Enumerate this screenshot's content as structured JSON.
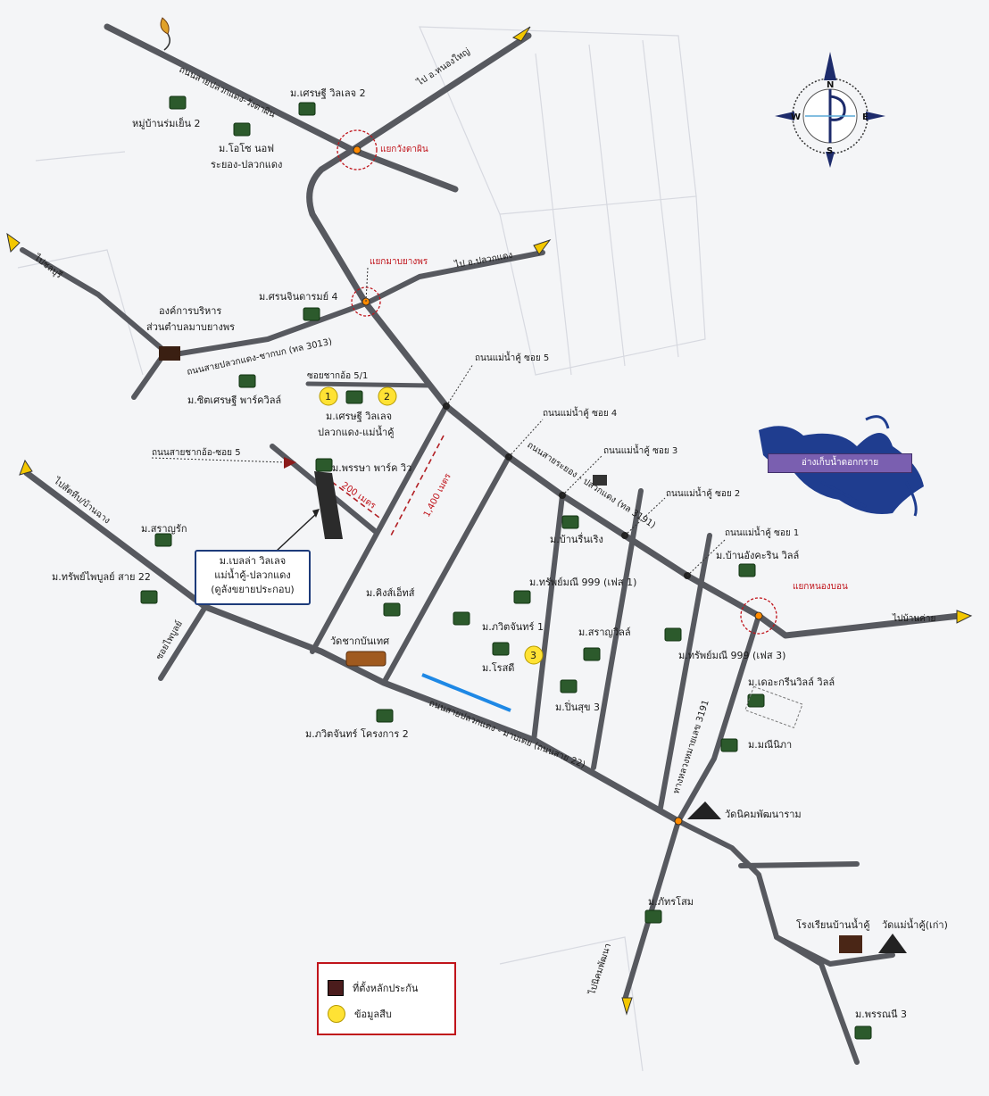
{
  "labels": {
    "village_baan_romyen": "หมู่บ้านร่มเย็น 2",
    "village_setthasiri_vile2": "ม.เศรษฐี วิลเลจ 2",
    "village_oasis": "ม.โอโซ นอฟ",
    "village_oasis_sub": "ระยอง-ปลวกแดง",
    "village_srinakarin": "ม.ศรนจินดารมย์ 4",
    "org_admin_line1": "องค์การบริหาร",
    "org_admin_line2": "ส่วนตำบลมาบยางพร",
    "village_siri_park": "ม.ซิตเศรษฐี พาร์ควิลล์",
    "village_setthasiri_line1": "ม.เศรษฐี วิลเลจ",
    "village_setthasiri_line2": "ปลวกแดง-แม่น้ำคู้",
    "village_phruksa_park": "ม.พรรษา พาร์ค วิว",
    "village_saranya": "ม.สราญรัก",
    "village_sap_phaiboon": "ม.ทรัพย์ไพบูลย์ สาย 22",
    "village_kings_estate": "ม.คิงส์เอ็ทส์",
    "temple_bang_bon": "วัดชากบันเทศ",
    "village_kvc2": "ม.ภวิตจันทร์ โครงการ 2",
    "village_baan_rungruang": "ม.บ้านรื่นเริง",
    "village_sap_pornmanee1": "ม.ทรัพย์มณี 999 (เฟส 1)",
    "village_pavit1": "ม.ภวิตจันทร์ 1",
    "village_rotsadee": "ม.โรสดี",
    "village_saranya_ville": "ม.สราญวิลล์",
    "village_pinsuk3": "ม.ปิ่นสุข 3",
    "village_sap_pornmanee3": "ม.ทรัพย์มณี 999 (เฟส 3)",
    "village_baan_angkarin": "ม.บ้านอังคะริน วิลล์",
    "village_green_ville": "ม.เดอะกรีนวิลล์ วิลล์",
    "village_monnipha": "ม.มณีนิภา",
    "temple_nikhom": "วัดนิคมพัฒนาราม",
    "village_phatsorn": "ม.ภัทรโสม",
    "school": "โรงเรียนบ้านน้ำคู้",
    "temple_mae_nam_khu": "วัดแม่น้ำคู้(เก่า)",
    "village_pornmanee3": "ม.พรรณนี 3",
    "to_nong_yai": "ไป อ.หนองใหญ่",
    "to_pluak_daeng": "ไป อ.ปลวกแดง",
    "to_chonburi": "ไปชลบุรี",
    "to_sattahip": "ไปสัตหีบ/บ้านฉาง",
    "to_ban_khai": "ไปบ้านค่าย",
    "to_nikhom": "ไปนิคมพัฒนา",
    "junction_1": "แยกวังตาผิน",
    "junction_2": "แยกมาบยางพร",
    "junction_3": "แยกหนองบอน",
    "road_top": "ถนนสายปลวกแดง-วังตาผิน",
    "road_west": "ถนนสายปลวกแดง-ชากบก (ทล 3013)",
    "road_soi5": "ถนนแม่น้ำคู้ ซอย 5",
    "road_soi4": "ถนนแม่น้ำคู้ ซอย 4",
    "road_soi3": "ถนนแม่น้ำคู้ ซอย 3",
    "road_soi2": "ถนนแม่น้ำคู้ ซอย 2",
    "road_soi1": "ถนนแม่น้ำคู้ ซอย 1",
    "road_rayong": "ถนนสายระยอง - ปลวกแดง (ทล 3191)",
    "road_chak_on": "ซอยชากอ้อ 5/1",
    "road_chak_on_soi5": "ถนนสายชากอ้อ-ซอย 5",
    "road_main": "ถนนสายปลวกแดง - มาบเตย (ถนนสาย 22)",
    "road_highway": "ทางหลวงหมายเลข 3191",
    "road_soi_phaiboon": "ซอยไพบูลย์",
    "dist_200": "200 เมตร",
    "dist_1400": "1,400 เมตร",
    "reservoir": "อ่างเก็บน้ำดอกกราย",
    "callout_line1": "ม.เบลล่า วิลเลจ",
    "callout_line2": "แม่น้ำคู้-ปลวกแดง",
    "callout_line3": "(ดูลังขยายประกอบ)",
    "badge_1": "1",
    "badge_2": "2",
    "badge_3": "3",
    "compass_n": "N",
    "compass_s": "S",
    "compass_e": "E",
    "compass_w": "W"
  },
  "legend": {
    "pin_label": "ที่ตั้งหลักประกัน",
    "info_label": "ข้อมูลสืบ"
  },
  "colors": {
    "road": "#57595f",
    "junction_circle": "#c0141b",
    "distance_marker": "#b21f24",
    "water": "#1f3d8f",
    "river_marker": "#1e88e5",
    "badge": "#ffe234",
    "collateral": "#2b2b2b"
  }
}
